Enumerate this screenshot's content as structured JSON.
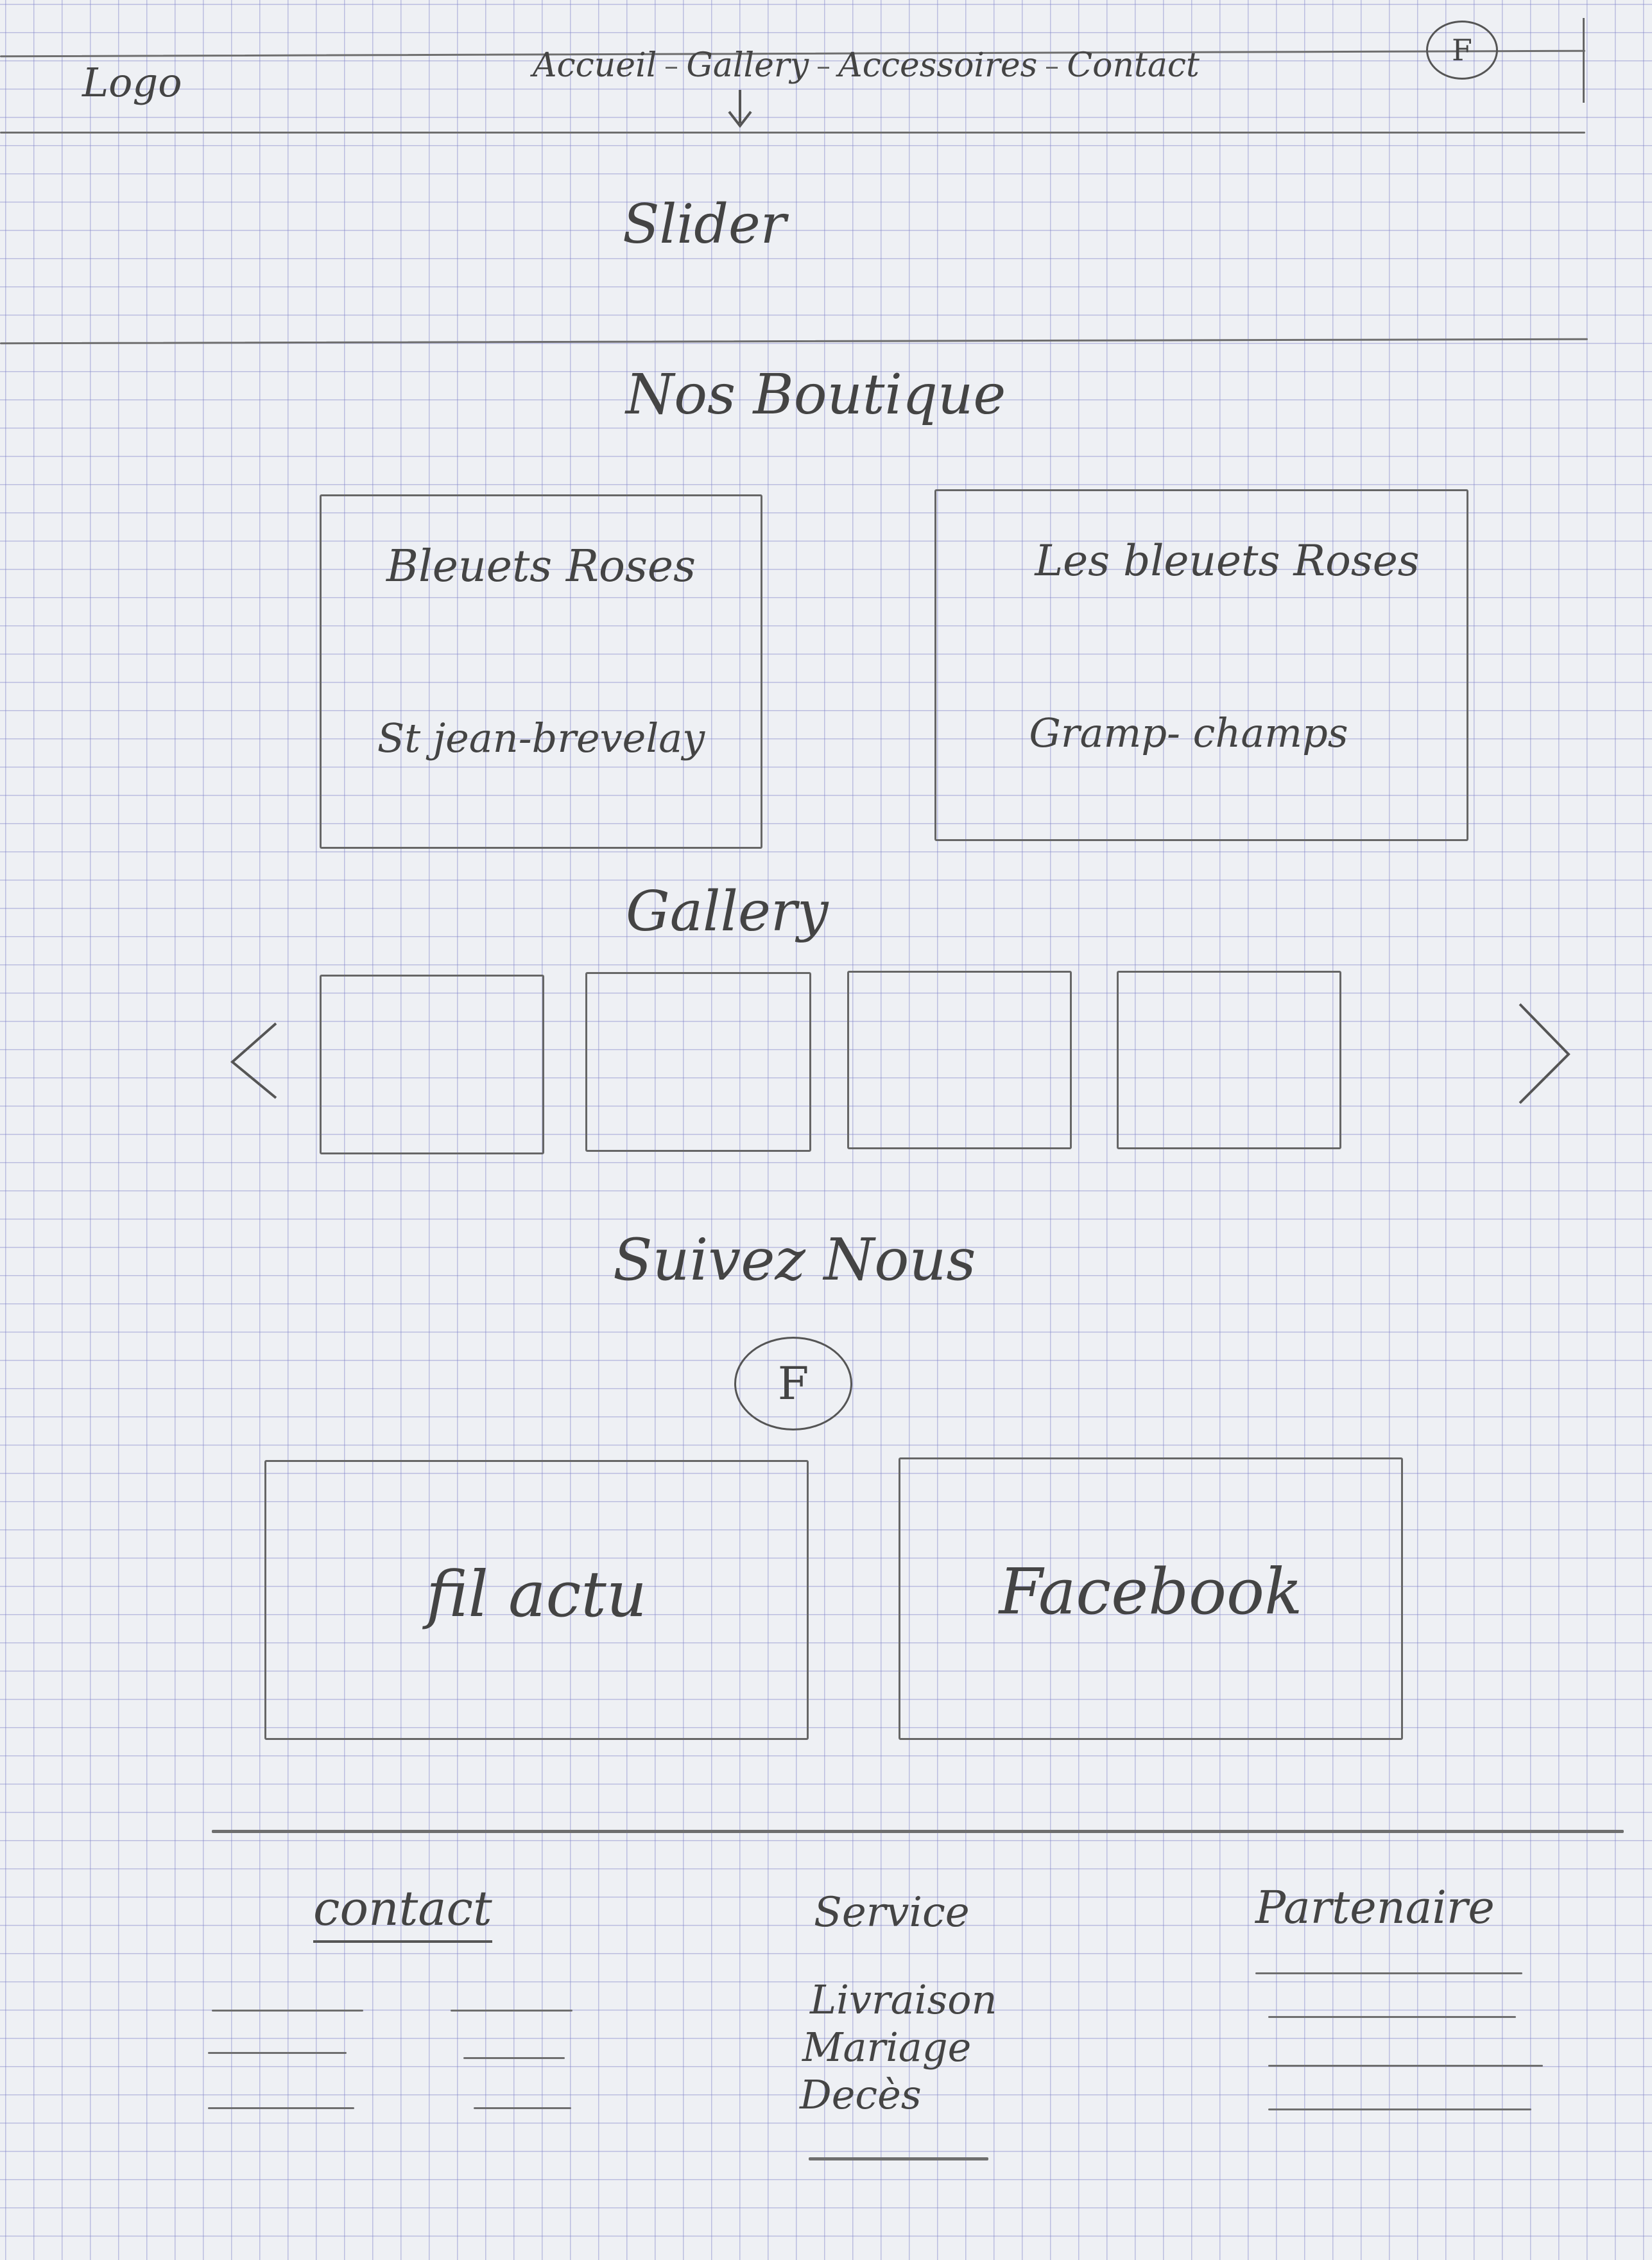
{
  "header": {
    "logo": "Logo",
    "nav": [
      "Accueil",
      "Gallery",
      "Accessoires",
      "Contact"
    ],
    "social_icon_letter": "F"
  },
  "slider": {
    "label": "Slider"
  },
  "shops": {
    "title": "Nos Boutique",
    "items": [
      {
        "name": "Bleuets Roses",
        "city": "St jean-brevelay"
      },
      {
        "name": "Les bleuets Roses",
        "city": "Gramp- champs"
      }
    ]
  },
  "gallery": {
    "title": "Gallery",
    "tile_count": 4
  },
  "follow": {
    "title": "Suivez Nous",
    "icon_letter": "F",
    "cards": [
      "fil actu",
      "Facebook"
    ]
  },
  "footer": {
    "contact_title": "contact",
    "service_title": "Service",
    "services": [
      "Livraison",
      "Mariage",
      "Decès"
    ],
    "partner_title": "Partenaire"
  }
}
